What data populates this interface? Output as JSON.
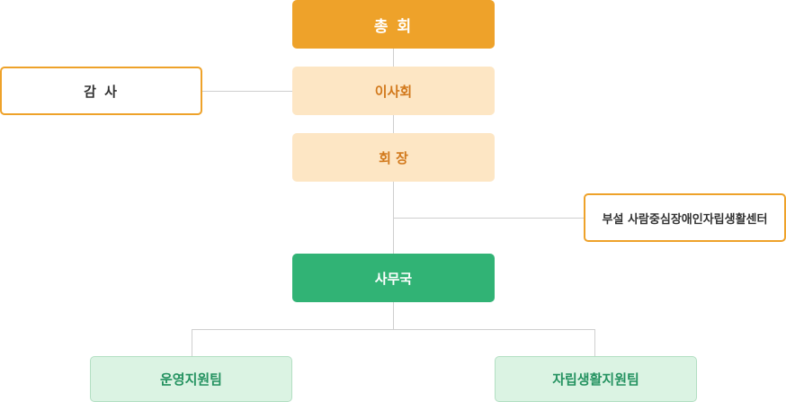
{
  "org_chart": {
    "general_assembly": "총 회",
    "board_of_directors": "이사회",
    "auditor": "감 사",
    "chairperson": "회 장",
    "affiliated_center": "부설 사람중심장애인자립생활센터",
    "secretariat": "사무국",
    "operations_support_team": "운영지원팀",
    "independent_living_support_team": "자립생활지원팀"
  }
}
